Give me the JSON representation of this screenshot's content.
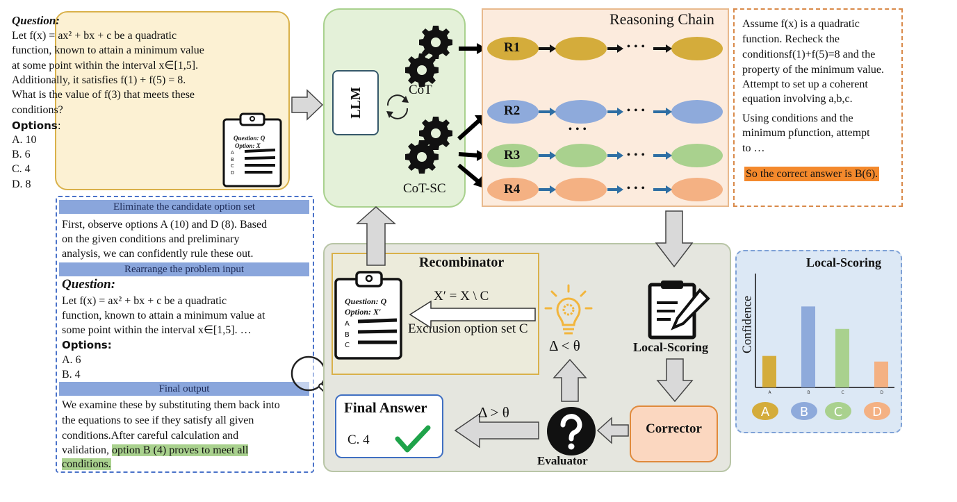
{
  "question": {
    "heading": "Question",
    "colon": ":",
    "lines": [
      "Let f(x) = ax² + bx + c be a quadratic",
      "function, known to attain a minimum value",
      "at some point within the interval x∈[1,5].",
      "Additionally, it satisfies f(1) + f(5) = 8.",
      "What is the value of f(3) that meets these",
      "conditions?"
    ],
    "options_label": "Options",
    "options_colon": ":",
    "options": [
      "A. 10",
      "B. 6",
      "C. 4",
      "D. 8"
    ]
  },
  "clipboard": {
    "line1": "Question: Q",
    "line2": "Option: X"
  },
  "left_panel": {
    "bar1": "Eliminate the candidate option set",
    "bar1_text": [
      "First, observe options A (10) and D (8). Based",
      "on the given conditions and preliminary",
      "analysis, we can confidently rule these out."
    ],
    "bar2": "Rearrange the problem input",
    "question_heading": "Question",
    "question_lines": [
      "Let f(x) = ax² + bx + c be a quadratic",
      "function, known to attain a minimum value at",
      "some point within the interval x∈[1,5]. …"
    ],
    "options_label": "Options",
    "options": [
      "A. 6",
      "B. 4"
    ],
    "bar3": "Final output",
    "final_lines": [
      "We examine these by substituting them back into",
      "the equations to see if they satisfy all given",
      "conditions.After careful calculation and"
    ],
    "final_line4_prefix": "validation, ",
    "final_highlight_1": "option B (4) proves to meet all",
    "final_highlight_2": "conditions."
  },
  "center": {
    "llm": "LLM",
    "cot": "CoT",
    "cot_sc": "CoT-SC"
  },
  "chain": {
    "title": "Reasoning Chain",
    "rows": [
      {
        "label": "R1",
        "color": "#d4ac3b"
      },
      {
        "label": "R2",
        "color": "#8eaadb"
      },
      {
        "label": "R3",
        "color": "#a9d18e"
      },
      {
        "label": "R4",
        "color": "#f4b183"
      }
    ],
    "dots": "• • •",
    "vdots": "• • •"
  },
  "right_text": {
    "lines": [
      "Assume f(x) is a quadratic",
      "function. Recheck the",
      "conditionsf(1)+f(5)=8 and the",
      "property of the minimum value.",
      "Attempt to set up a coherent",
      "equation involving a,b,c."
    ],
    "lines2": [
      "Using conditions and the",
      "minimum pfunction, attempt",
      "to …"
    ],
    "highlight": "So the correct answer is  B(6)."
  },
  "recombinator": {
    "title": "Recombinator",
    "formula": "X′ = X \\ C",
    "caption": "Exclusion option set C",
    "clip_line1": "Question: Q",
    "clip_line2": "Option:  X′"
  },
  "conditions": {
    "less": "Δ < θ",
    "greater": "Δ > θ"
  },
  "local_scoring": {
    "label": "Local-Scoring"
  },
  "corrector": {
    "label": "Corrector"
  },
  "evaluator": {
    "label": "Evaluator"
  },
  "final_answer": {
    "title": "Final Answer",
    "value": "C. 4"
  },
  "chart_data": {
    "type": "bar",
    "title": "Local-Scoring",
    "ylabel": "Confidence",
    "xlabel": "",
    "categories": [
      "A",
      "B",
      "C",
      "D"
    ],
    "values": [
      0.28,
      0.72,
      0.52,
      0.23
    ],
    "colors": [
      "#d4ac3b",
      "#8eaadb",
      "#a9d18e",
      "#f4b183"
    ],
    "ylim": [
      0,
      1
    ],
    "grid": false,
    "legend_labels": [
      "A",
      "B",
      "C",
      "D"
    ]
  },
  "colors": {
    "question_bg": "#fcf1d3",
    "question_border": "#d9b14a",
    "green_bg": "#e4f1d9",
    "chain_bg": "#fcebdd",
    "gray_bg": "#e5e6df",
    "blue_bar": "#8aa6dc",
    "highlight_green": "#a9d18e",
    "highlight_orange": "#f4892c",
    "check": "#1fa34a"
  }
}
